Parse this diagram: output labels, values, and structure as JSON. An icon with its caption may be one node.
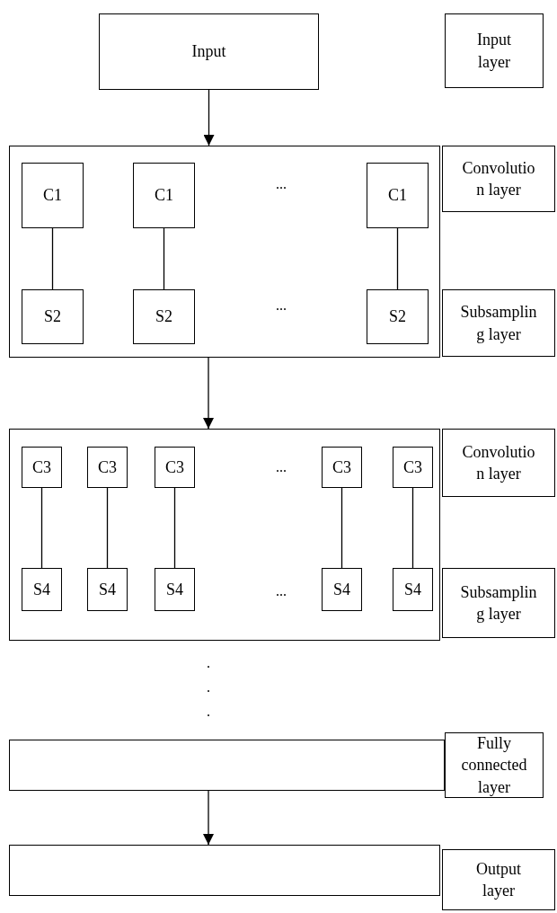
{
  "diagram": {
    "nodes": [
      {
        "text": [
          "Input"
        ]
      },
      {
        "text": [
          "Input layer"
        ]
      },
      {
        "text": [],
        "shape": "box"
      },
      {
        "text": [
          "C1"
        ],
        "in": 2
      },
      {
        "text": [
          "C1"
        ],
        "in": 2
      },
      {
        "text": [
          "C1"
        ],
        "in": 2
      },
      {
        "text": [
          "S2"
        ],
        "in": 2
      },
      {
        "text": [
          "S2"
        ],
        "in": 2
      },
      {
        "text": [
          "S2"
        ],
        "in": 2
      },
      {
        "text": [
          "Convolutio n layer"
        ]
      },
      {
        "text": [
          "Subsamplin g layer"
        ]
      },
      {
        "text": [],
        "shape": "box"
      },
      {
        "text": [
          "C3"
        ],
        "in": 11
      },
      {
        "text": [
          "C3"
        ],
        "in": 11
      },
      {
        "text": [
          "C3"
        ],
        "in": 11
      },
      {
        "text": [
          "C3"
        ],
        "in": 11
      },
      {
        "text": [
          "C3"
        ],
        "in": 11
      },
      {
        "text": [
          "S4"
        ],
        "in": 11
      },
      {
        "text": [
          "S4"
        ],
        "in": 11
      },
      {
        "text": [
          "S4"
        ],
        "in": 11
      },
      {
        "text": [
          "S4"
        ],
        "in": 11
      },
      {
        "text": [
          "S4"
        ],
        "in": 11
      },
      {
        "text": [
          "Convolutio n layer"
        ]
      },
      {
        "text": [
          "Subsamplin g layer"
        ]
      },
      {
        "text": [],
        "shape": "box"
      },
      {
        "text": [
          "Fully connected layer"
        ]
      },
      {
        "text": [],
        "shape": "box"
      },
      {
        "text": [
          "Output layer"
        ]
      }
    ],
    "edges": [
      {
        "from": 0,
        "to": 2,
        "arrow": "to"
      },
      {
        "from": 3,
        "to": 6,
        "arrow": "none"
      },
      {
        "from": 4,
        "to": 7,
        "arrow": "none"
      },
      {
        "from": 5,
        "to": 8,
        "arrow": "none"
      },
      {
        "from": 2,
        "to": 11,
        "arrow": "to"
      },
      {
        "from": 12,
        "to": 17,
        "arrow": "none"
      },
      {
        "from": 13,
        "to": 18,
        "arrow": "none"
      },
      {
        "from": 14,
        "to": 19,
        "arrow": "none"
      },
      {
        "from": 15,
        "to": 20,
        "arrow": "none"
      },
      {
        "from": 16,
        "to": 21,
        "arrow": "none"
      },
      {
        "from": 24,
        "to": 26,
        "arrow": "to"
      }
    ],
    "labels": [
      "...",
      "...",
      "...",
      "...",
      ".",
      ".",
      "."
    ]
  }
}
